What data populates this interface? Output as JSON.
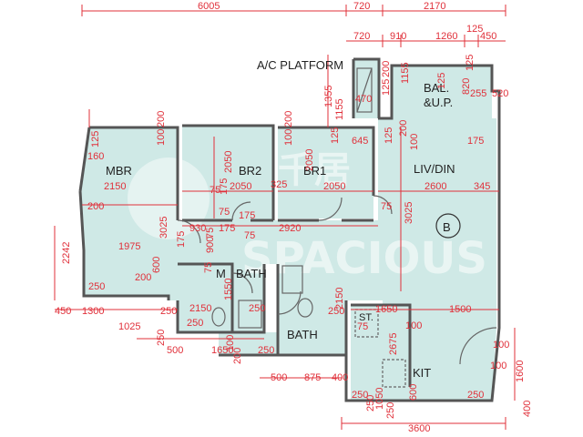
{
  "rooms": {
    "mbr": "MBR",
    "br2": "BR2",
    "br1": "BR1",
    "liv_din": "LIV/DIN",
    "bal_up": [
      "BAL.",
      "&U.P."
    ],
    "ac_platform": "A/C PLATFORM",
    "m_bath": "M",
    "bath_upper": "BATH",
    "bath_lower": "BATH",
    "kit": "KIT",
    "st": "ST.",
    "unit_marker": "B"
  },
  "watermark": "SPACIOUS",
  "dimensions": {
    "top_row": [
      "6005",
      "720",
      "2170"
    ],
    "second_row": [
      "720",
      "910",
      "1260",
      "125",
      "450"
    ],
    "platform_vertical": [
      "1355",
      "1155",
      "470",
      "125",
      "200",
      "1155",
      "125",
      "820",
      "125"
    ],
    "balcony_right": [
      "255",
      "520",
      "175"
    ],
    "upper_misc": [
      "200",
      "100",
      "200",
      "100",
      "125",
      "160",
      "125",
      "645",
      "125",
      "200",
      "100",
      "175"
    ],
    "room_widths": [
      "2150",
      "2050",
      "2050",
      "2600",
      "345"
    ],
    "room_heights": [
      "2050",
      "2050",
      "3025",
      "3025"
    ],
    "left_side": [
      "2242",
      "200",
      "250",
      "450",
      "1300",
      "1975"
    ],
    "central": [
      "75",
      "75",
      "325",
      "175",
      "75",
      "2920",
      "175",
      "900",
      "75",
      "930",
      "175",
      "75",
      "75",
      "200",
      "600"
    ],
    "bath_zone": [
      "1550",
      "2150",
      "250",
      "250",
      "2150",
      "1650",
      "100",
      "1500",
      "2675",
      "75"
    ],
    "lower_left": [
      "1025",
      "250",
      "250",
      "500",
      "1650",
      "100",
      "250",
      "200",
      "250"
    ],
    "bottom_row": [
      "500",
      "875",
      "400",
      "250",
      "250",
      "1050",
      "600",
      "250",
      "250",
      "3600"
    ],
    "right_side": [
      "100",
      "1600",
      "400",
      "100"
    ]
  }
}
